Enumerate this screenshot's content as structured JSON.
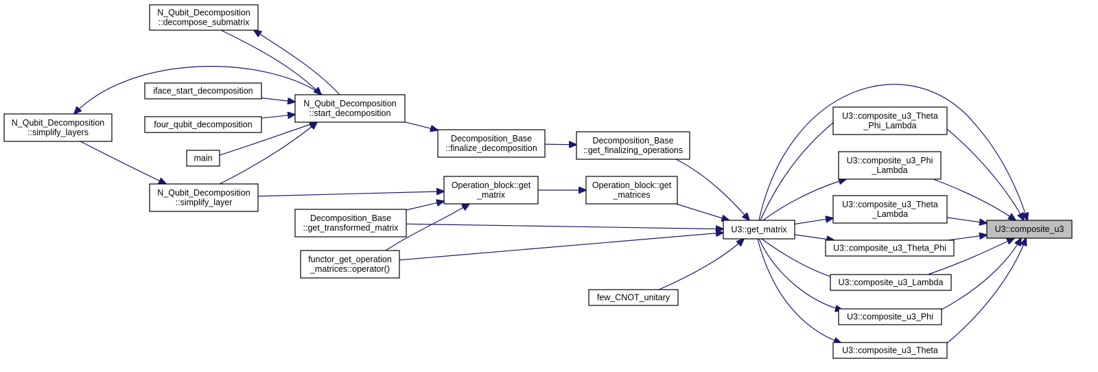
{
  "diagram": {
    "nodes": [
      {
        "id": "nqd_decompose_submatrix",
        "lines": [
          "N_Qubit_Decomposition",
          "::decompose_submatrix"
        ]
      },
      {
        "id": "iface_start_decomposition",
        "lines": [
          "iface_start_decomposition"
        ]
      },
      {
        "id": "nqd_start_decomposition",
        "lines": [
          "N_Qubit_Decomposition",
          "::start_decomposition"
        ]
      },
      {
        "id": "four_qubit_decomposition",
        "lines": [
          "four_qubit_decomposition"
        ]
      },
      {
        "id": "main",
        "lines": [
          "main"
        ]
      },
      {
        "id": "nqd_simplify_layers",
        "lines": [
          "N_Qubit_Decomposition",
          "::simplify_layers"
        ]
      },
      {
        "id": "nqd_simplify_layer",
        "lines": [
          "N_Qubit_Decomposition",
          "::simplify_layer"
        ]
      },
      {
        "id": "db_finalize_decomposition",
        "lines": [
          "Decomposition_Base",
          "::finalize_decomposition"
        ]
      },
      {
        "id": "db_get_finalizing_operations",
        "lines": [
          "Decomposition_Base",
          "::get_finalizing_operations"
        ]
      },
      {
        "id": "ob_get_matrix",
        "lines": [
          "Operation_block::get",
          "_matrix"
        ]
      },
      {
        "id": "ob_get_matrices",
        "lines": [
          "Operation_block::get",
          "_matrices"
        ]
      },
      {
        "id": "db_get_transformed_matrix",
        "lines": [
          "Decomposition_Base",
          "::get_transformed_matrix"
        ]
      },
      {
        "id": "functor_get_operation_matrices",
        "lines": [
          "functor_get_operation",
          "_matrices::operator()"
        ]
      },
      {
        "id": "few_cnot_unitary",
        "lines": [
          "few_CNOT_unitary"
        ]
      },
      {
        "id": "u3_get_matrix",
        "lines": [
          "U3::get_matrix"
        ]
      },
      {
        "id": "u3_cu3_theta_phi_lambda",
        "lines": [
          "U3::composite_u3_Theta",
          "_Phi_Lambda"
        ]
      },
      {
        "id": "u3_cu3_phi_lambda",
        "lines": [
          "U3::composite_u3_Phi",
          "_Lambda"
        ]
      },
      {
        "id": "u3_cu3_theta_lambda",
        "lines": [
          "U3::composite_u3_Theta",
          "_Lambda"
        ]
      },
      {
        "id": "u3_cu3_theta_phi",
        "lines": [
          "U3::composite_u3_Theta_Phi"
        ]
      },
      {
        "id": "u3_cu3_lambda",
        "lines": [
          "U3::composite_u3_Lambda"
        ]
      },
      {
        "id": "u3_cu3_phi",
        "lines": [
          "U3::composite_u3_Phi"
        ]
      },
      {
        "id": "u3_cu3_theta",
        "lines": [
          "U3::composite_u3_Theta"
        ]
      },
      {
        "id": "u3_composite_u3",
        "lines": [
          "U3::composite_u3"
        ],
        "highlight": true
      }
    ],
    "edges": [
      {
        "from": "nqd_start_decomposition",
        "to": "nqd_decompose_submatrix"
      },
      {
        "from": "nqd_decompose_submatrix",
        "to": "nqd_start_decomposition"
      },
      {
        "from": "nqd_start_decomposition",
        "to": "nqd_simplify_layers"
      },
      {
        "from": "iface_start_decomposition",
        "to": "nqd_start_decomposition"
      },
      {
        "from": "four_qubit_decomposition",
        "to": "nqd_start_decomposition"
      },
      {
        "from": "main",
        "to": "nqd_start_decomposition"
      },
      {
        "from": "nqd_simplify_layer",
        "to": "nqd_start_decomposition"
      },
      {
        "from": "nqd_simplify_layers",
        "to": "nqd_simplify_layer"
      },
      {
        "from": "nqd_start_decomposition",
        "to": "db_finalize_decomposition"
      },
      {
        "from": "db_finalize_decomposition",
        "to": "db_get_finalizing_operations"
      },
      {
        "from": "db_get_finalizing_operations",
        "to": "u3_get_matrix"
      },
      {
        "from": "nqd_simplify_layer",
        "to": "ob_get_matrix"
      },
      {
        "from": "db_get_transformed_matrix",
        "to": "ob_get_matrix"
      },
      {
        "from": "functor_get_operation_matrices",
        "to": "ob_get_matrix"
      },
      {
        "from": "ob_get_matrix",
        "to": "ob_get_matrices"
      },
      {
        "from": "ob_get_matrices",
        "to": "u3_get_matrix"
      },
      {
        "from": "db_get_transformed_matrix",
        "to": "u3_get_matrix"
      },
      {
        "from": "functor_get_operation_matrices",
        "to": "u3_get_matrix"
      },
      {
        "from": "few_cnot_unitary",
        "to": "u3_get_matrix"
      },
      {
        "from": "u3_get_matrix",
        "to": "u3_cu3_theta_phi_lambda"
      },
      {
        "from": "u3_get_matrix",
        "to": "u3_cu3_phi_lambda"
      },
      {
        "from": "u3_get_matrix",
        "to": "u3_cu3_theta_lambda"
      },
      {
        "from": "u3_get_matrix",
        "to": "u3_cu3_theta_phi"
      },
      {
        "from": "u3_get_matrix",
        "to": "u3_cu3_lambda"
      },
      {
        "from": "u3_get_matrix",
        "to": "u3_cu3_phi"
      },
      {
        "from": "u3_get_matrix",
        "to": "u3_cu3_theta"
      },
      {
        "from": "u3_get_matrix",
        "to": "u3_composite_u3"
      },
      {
        "from": "u3_cu3_theta_phi_lambda",
        "to": "u3_composite_u3"
      },
      {
        "from": "u3_cu3_phi_lambda",
        "to": "u3_composite_u3"
      },
      {
        "from": "u3_cu3_theta_lambda",
        "to": "u3_composite_u3"
      },
      {
        "from": "u3_cu3_theta_phi",
        "to": "u3_composite_u3"
      },
      {
        "from": "u3_cu3_lambda",
        "to": "u3_composite_u3"
      },
      {
        "from": "u3_cu3_phi",
        "to": "u3_composite_u3"
      },
      {
        "from": "u3_cu3_theta",
        "to": "u3_composite_u3"
      }
    ],
    "colors": {
      "edge": "#191970",
      "node_border": "#000000",
      "node_fill": "#ffffff",
      "highlight_fill": "#bfbfbf"
    }
  }
}
